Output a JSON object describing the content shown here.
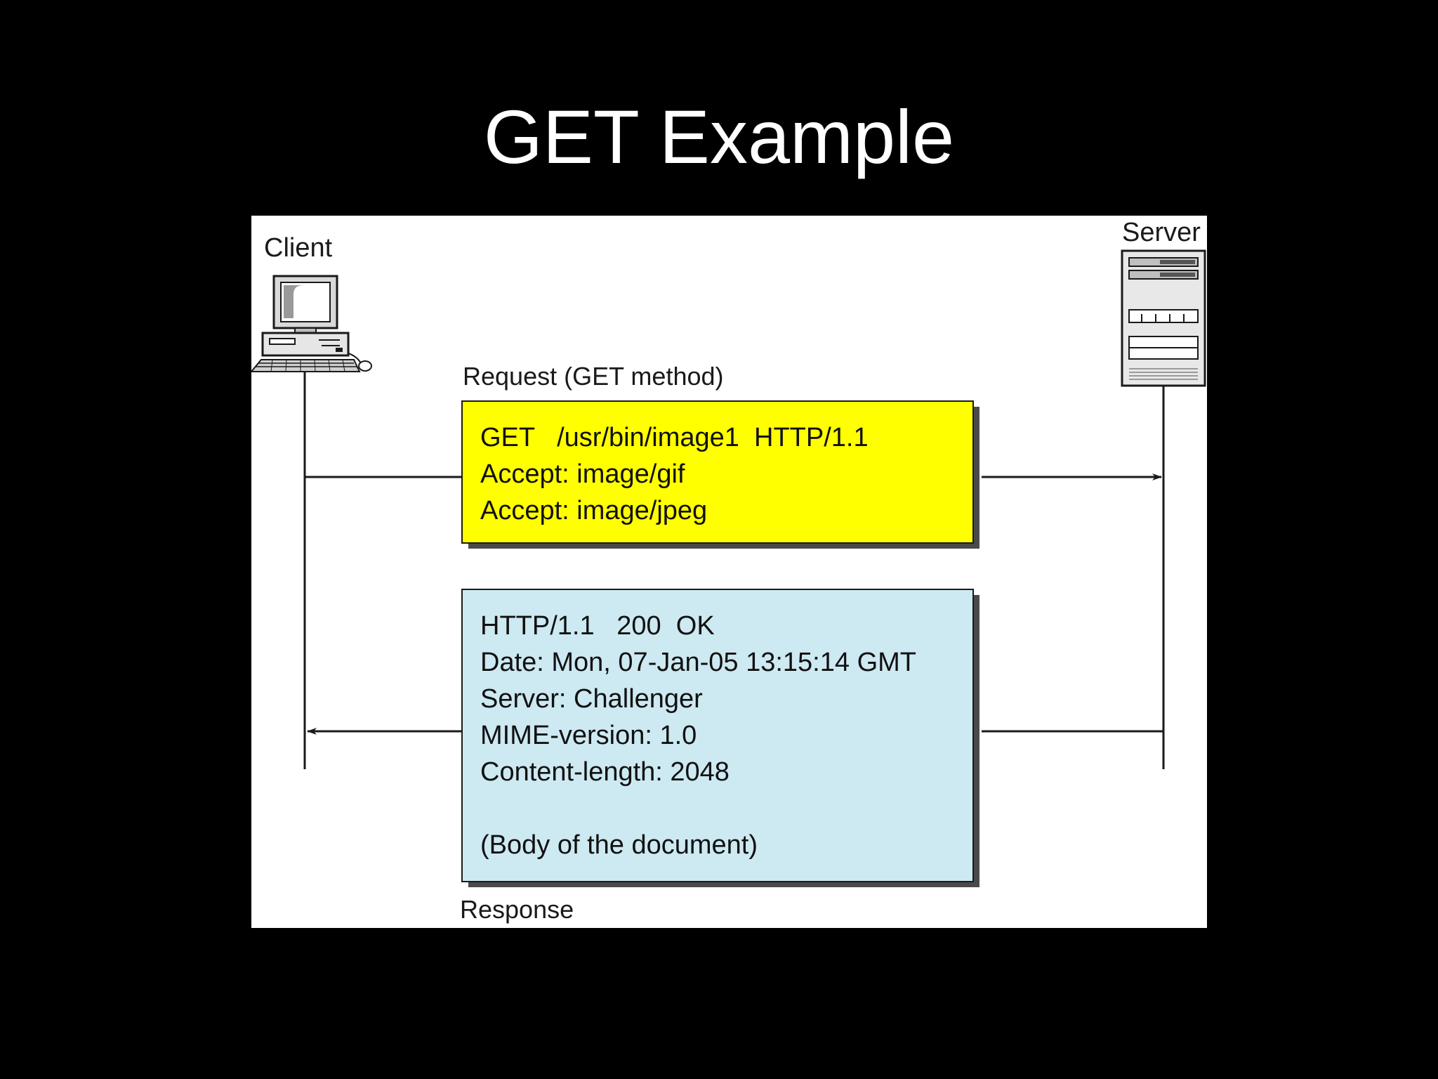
{
  "slide": {
    "title": "GET Example"
  },
  "diagram": {
    "client_label": "Client",
    "server_label": "Server",
    "request_label": "Request (GET method)",
    "response_label": "Response",
    "request_lines": [
      "GET   /usr/bin/image1  HTTP/1.1",
      "Accept: image/gif",
      "Accept: image/jpeg"
    ],
    "response_lines": [
      "HTTP/1.1   200  OK",
      "Date: Mon, 07-Jan-05 13:15:14 GMT",
      "Server: Challenger",
      "MIME-version: 1.0",
      "Content-length: 2048",
      "",
      "(Body of the document)"
    ],
    "colors": {
      "request_box": "#ffff00",
      "response_box": "#cde9f2",
      "box_shadow": "#4a4a4a",
      "line": "#1a1a1a"
    },
    "icons": {
      "client": "desktop-computer-icon",
      "server": "server-tower-icon"
    }
  }
}
